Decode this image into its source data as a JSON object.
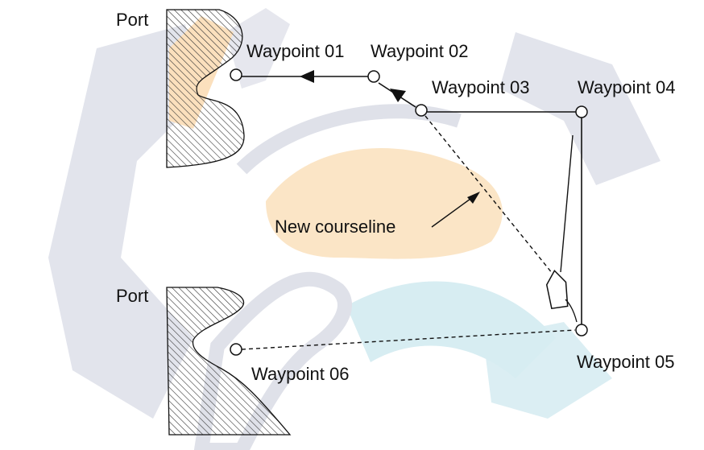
{
  "labels": {
    "port_top": "Port",
    "port_bottom": "Port",
    "wp01": "Waypoint 01",
    "wp02": "Waypoint 02",
    "wp03": "Waypoint 03",
    "wp04": "Waypoint 04",
    "wp05": "Waypoint 05",
    "wp06": "Waypoint 06",
    "new_courseline": "New courseline"
  },
  "colors": {
    "line": "#111111",
    "watermark_gray": "#dde0e8",
    "watermark_orange": "#fbe3c4",
    "watermark_blue": "#d9eef3",
    "hatch": "#333333"
  }
}
